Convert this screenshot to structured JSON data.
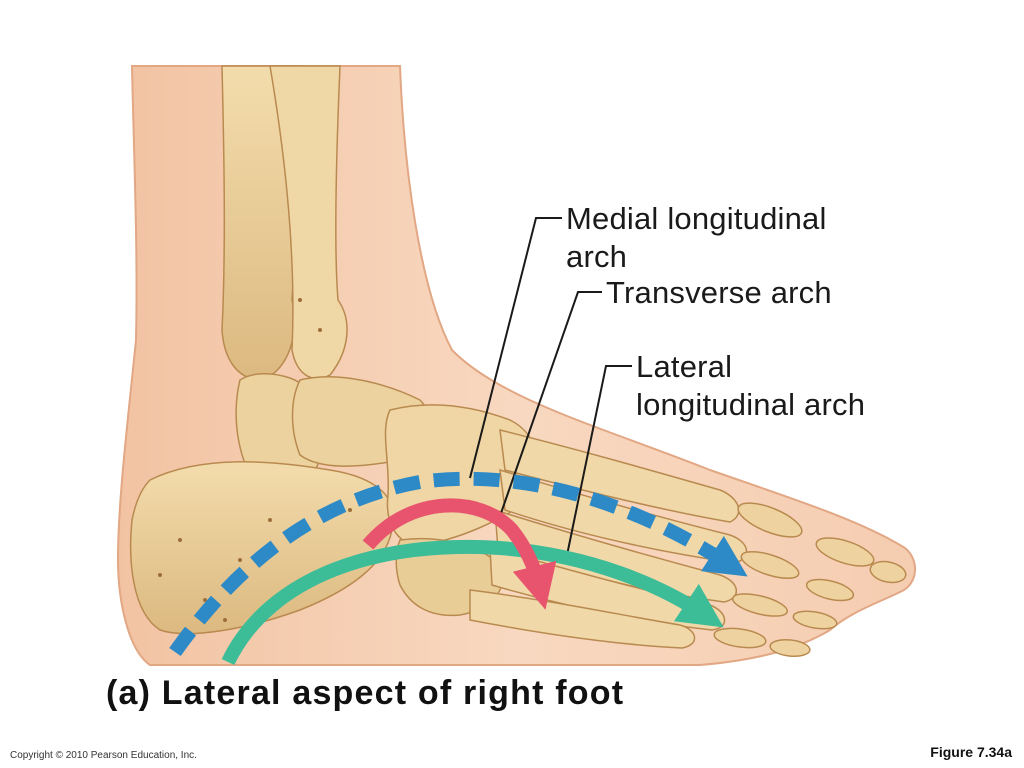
{
  "labels": {
    "medial_line1": "Medial longitudinal",
    "medial_line2": "arch",
    "transverse": "Transverse arch",
    "lateral_line1": "Lateral",
    "lateral_line2": "longitudinal arch"
  },
  "caption": "(a) Lateral aspect of right foot",
  "copyright": "Copyright © 2010 Pearson Education, Inc.",
  "figure_number": "Figure 7.34a",
  "colors": {
    "skin": "#f6d1b6",
    "skin_outline": "#e2a784",
    "bone": "#ecd29f",
    "bone_outline": "#b98a4f",
    "medial_arch": "#2d8ac6",
    "transverse_arch": "#e8546e",
    "lateral_arch": "#3dbc98",
    "leader_line": "#1a1a1a"
  }
}
